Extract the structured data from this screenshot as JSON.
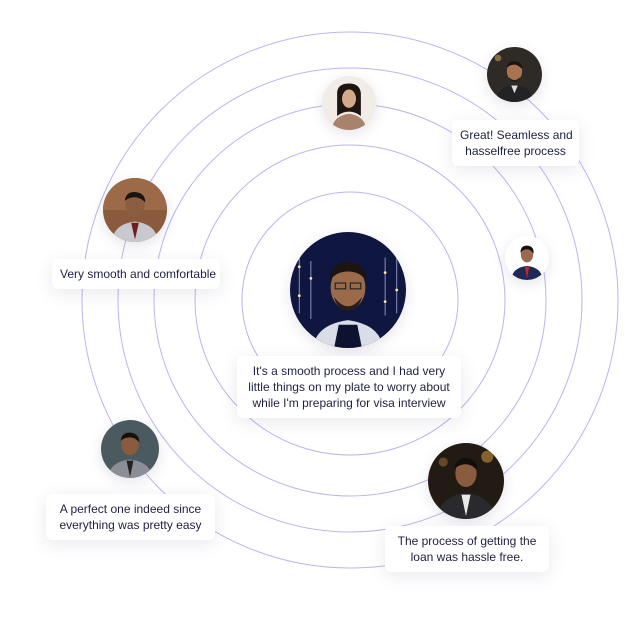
{
  "testimonials": [
    {
      "id": "center",
      "lines": [
        "It's a smooth process and I had very",
        "little things on my plate to worry about",
        "while I'm preparing for visa interview"
      ]
    },
    {
      "id": "top-right",
      "lines": [
        "Great! Seamless and",
        "hasselfree process"
      ]
    },
    {
      "id": "left",
      "lines": [
        "Very smooth and comfortable"
      ]
    },
    {
      "id": "bottom-left",
      "lines": [
        "A perfect one indeed since",
        "everything was pretty easy"
      ]
    },
    {
      "id": "bottom-right",
      "lines": [
        "The process of getting the",
        "loan was hassle free."
      ]
    }
  ],
  "colors": {
    "orbit": "#b9b6ee",
    "text": "#1d2140",
    "bubble_bg": "#ffffff"
  }
}
